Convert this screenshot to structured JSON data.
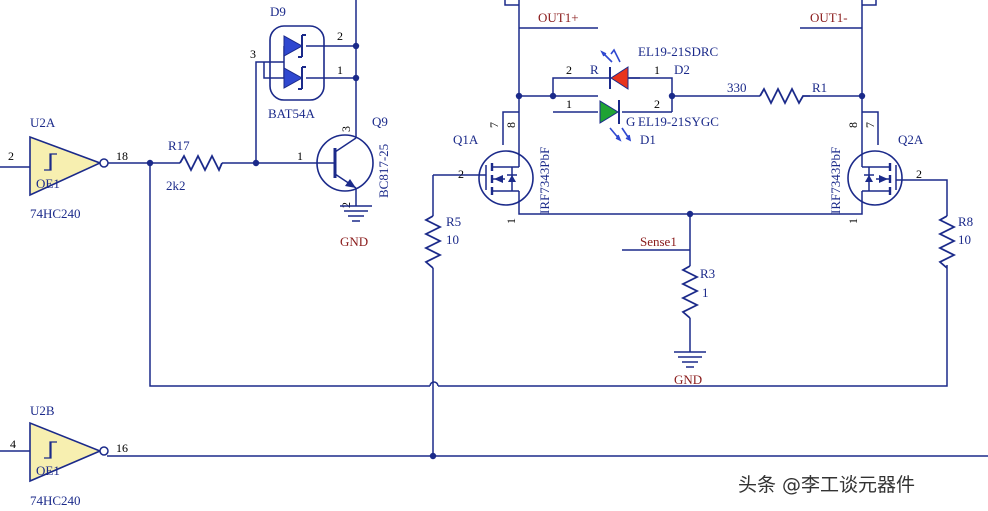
{
  "parts": {
    "u2a": {
      "ref": "U2A",
      "value": "74HC240",
      "oe": "OE1",
      "pin_in": "2",
      "pin_out": "18"
    },
    "u2b": {
      "ref": "U2B",
      "value": "74HC240",
      "oe": "OE1",
      "pin_in": "4",
      "pin_out": "16"
    },
    "r17": {
      "ref": "R17",
      "value": "2k2"
    },
    "d9": {
      "ref": "D9",
      "value": "BAT54A",
      "pin_a": "3",
      "pin_b": "2",
      "pin_c": "1"
    },
    "q9": {
      "ref": "Q9",
      "value": "BC817-25",
      "pin_b": "1",
      "pin_c": "3",
      "pin_e": "2"
    },
    "q1a": {
      "ref": "Q1A",
      "value": "IRF7343PbF",
      "pin_g": "2",
      "pin_d1": "7",
      "pin_d2": "8",
      "pin_s": "1"
    },
    "q2a": {
      "ref": "Q2A",
      "value": "IRF7343PbF",
      "pin_g": "2",
      "pin_d1": "8",
      "pin_d2": "7",
      "pin_s": "1"
    },
    "r5": {
      "ref": "R5",
      "value": "10"
    },
    "r8": {
      "ref": "R8",
      "value": "10"
    },
    "r3": {
      "ref": "R3",
      "value": "1"
    },
    "r1": {
      "ref": "R1",
      "value": "330"
    },
    "d2": {
      "ref": "D2",
      "value": "EL19-21SDRC",
      "letter": "R",
      "pin_l": "2",
      "pin_r": "1"
    },
    "d1": {
      "ref": "D1",
      "value": "EL19-21SYGC",
      "letter": "G",
      "pin_l": "1",
      "pin_r": "2"
    }
  },
  "nets": {
    "out1p": "OUT1+",
    "out1m": "OUT1-",
    "sense": "Sense1",
    "gnd1": "GND",
    "gnd2": "GND"
  },
  "watermark": "头条 @李工谈元器件",
  "colors": {
    "wire": "#1b2a8a",
    "net_label": "#8a1b1b",
    "buffer_fill": "#f7efb0",
    "led_red": "#e8341c",
    "led_green": "#1fa334",
    "led_arrow": "#2f48d0"
  }
}
